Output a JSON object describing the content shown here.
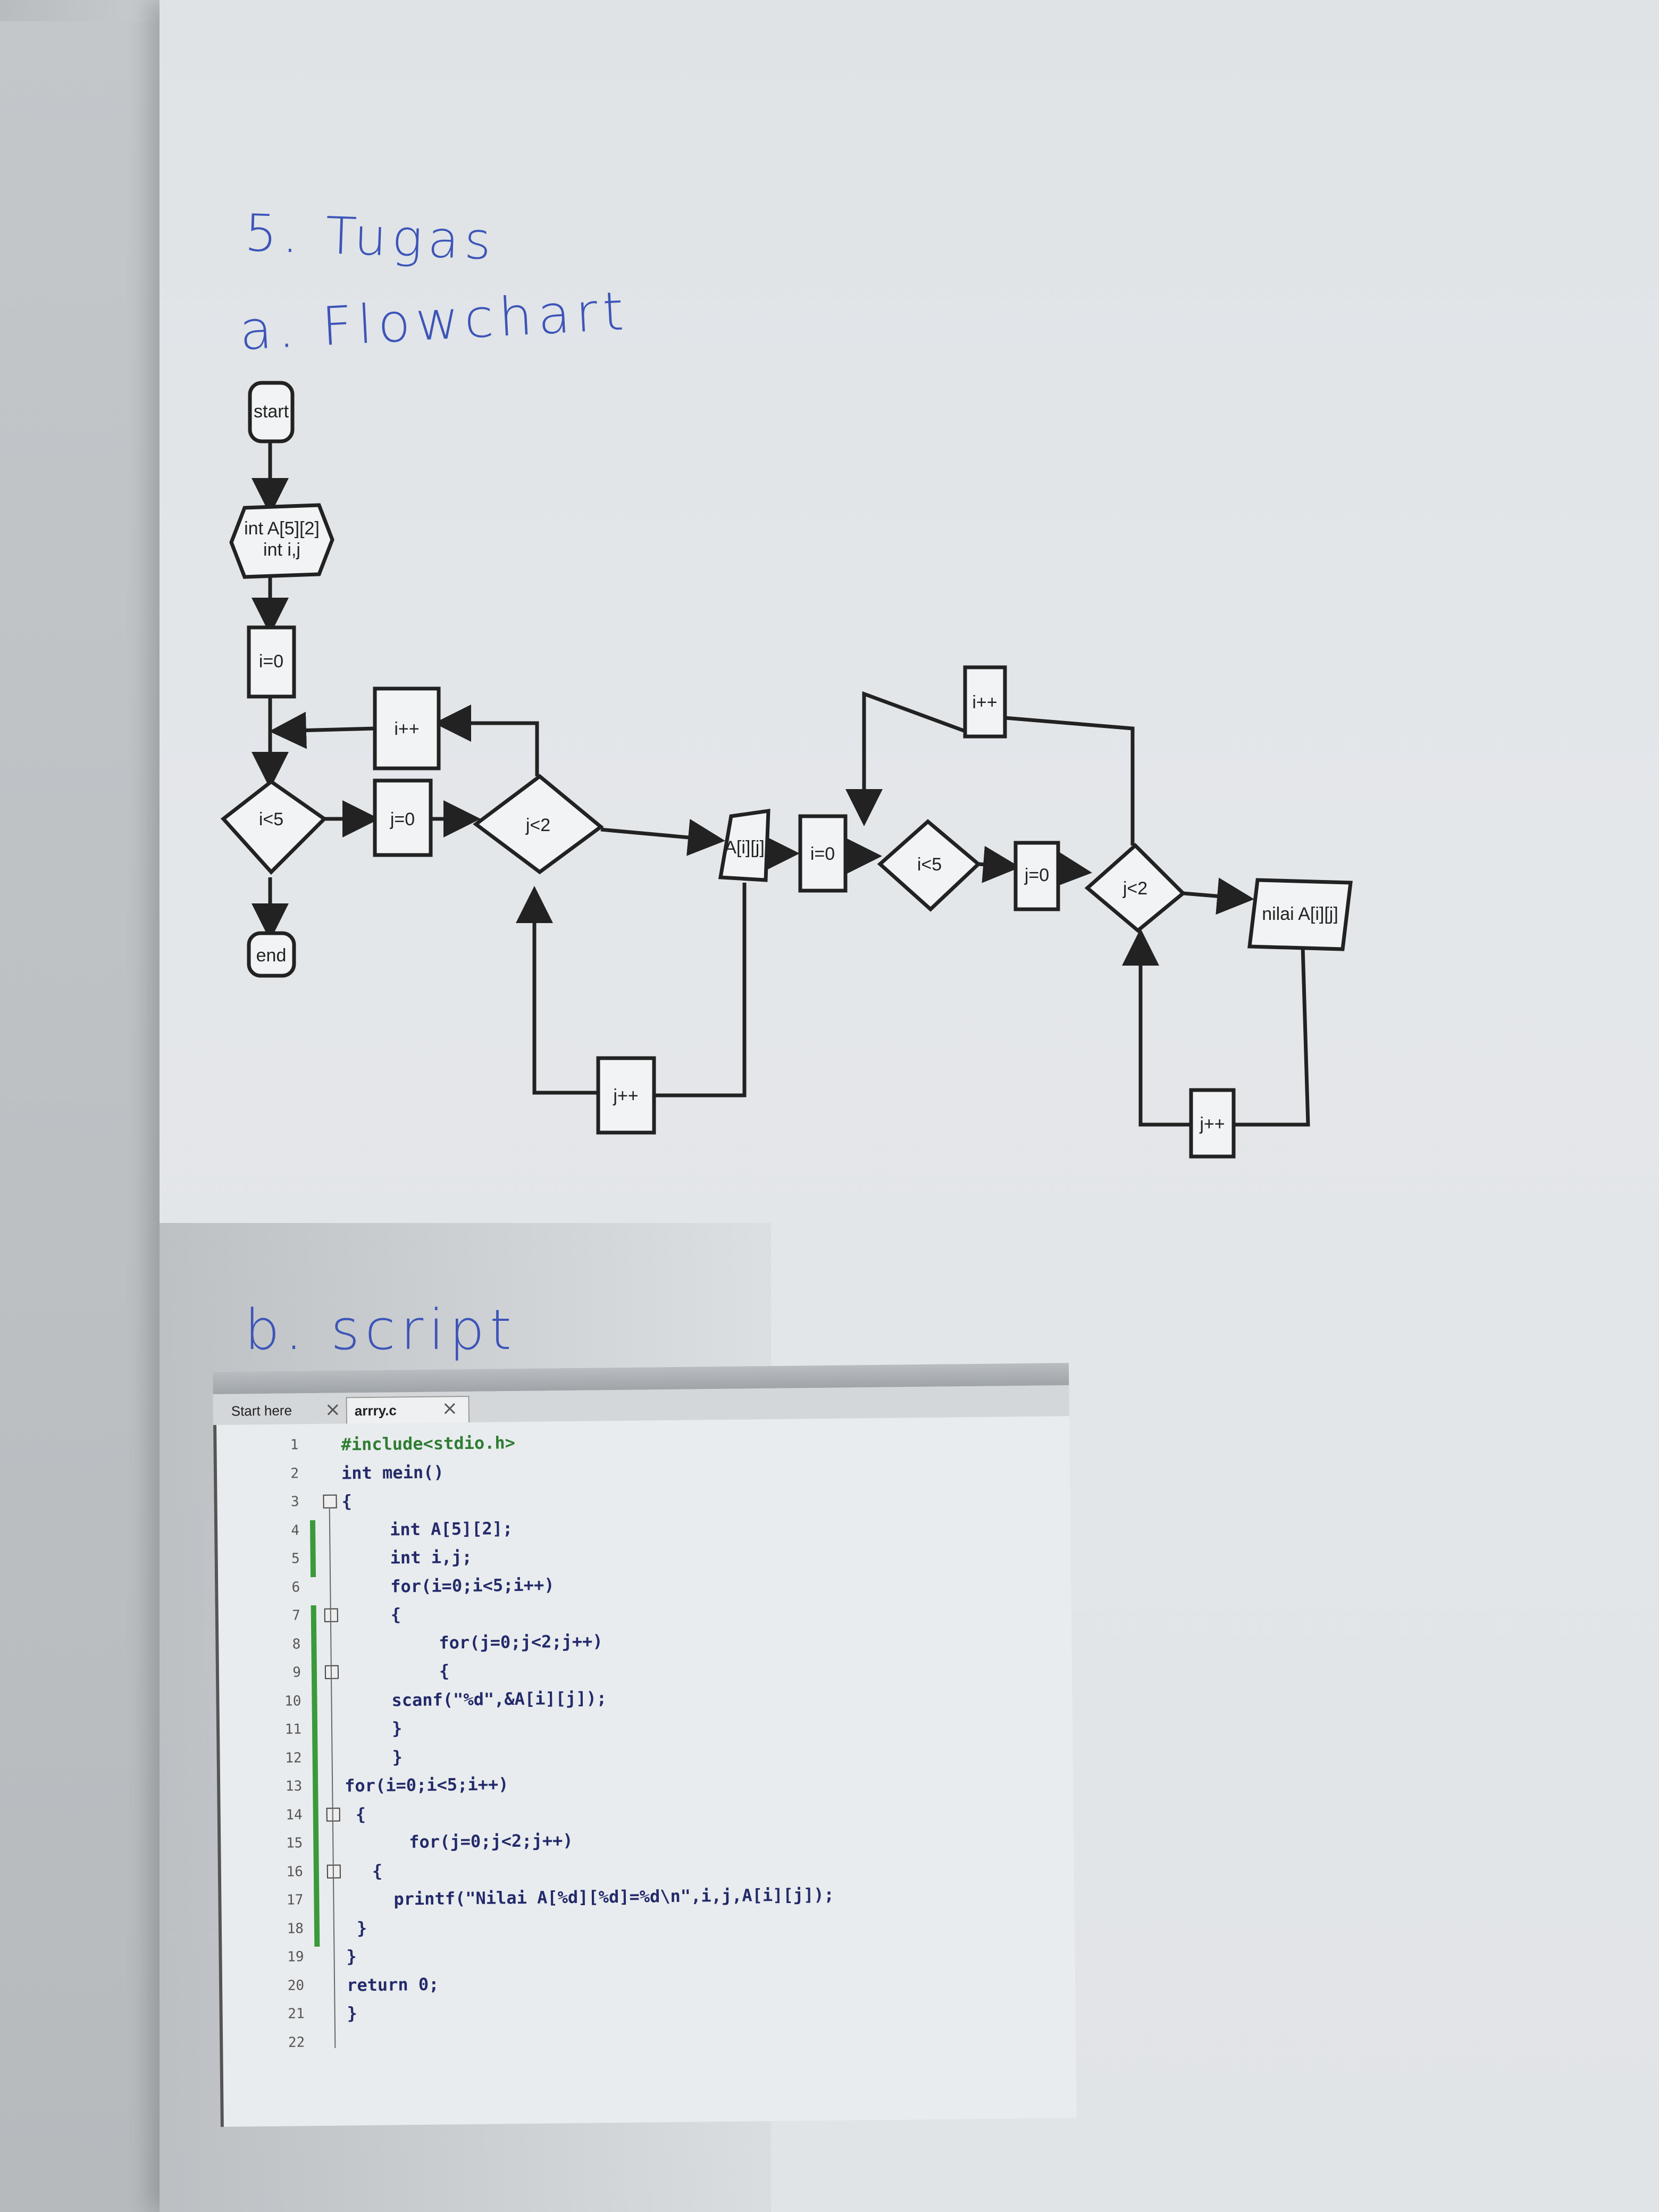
{
  "handwritten": {
    "heading_tugas": "5. Tugas",
    "heading_flowchart": "a. Flowchart",
    "heading_script": "b. script"
  },
  "flowchart": {
    "start": "start",
    "declare_line1": "int A[5][2]",
    "declare_line2": "int i,j",
    "init_i_left": "i=0",
    "cond_i_left": "i<5",
    "init_j_left": "j=0",
    "cond_j_left": "j<2",
    "inc_i_left": "i++",
    "inc_j_left": "j++",
    "end": "end",
    "input": "A[i][j]",
    "init_i_right": "i=0",
    "cond_i_right": "i<5",
    "init_j_right": "j=0",
    "cond_j_right": "j<2",
    "output": "nilai A[i][j]",
    "inc_i_right": "i++",
    "inc_j_right": "j++"
  },
  "editor": {
    "tabs": [
      {
        "label": "Start here"
      },
      {
        "label": "arrry.c"
      }
    ],
    "lines": [
      {
        "n": "1",
        "text": "#include<stdio.h>"
      },
      {
        "n": "2",
        "text": "int mein()"
      },
      {
        "n": "3",
        "text": "{"
      },
      {
        "n": "4",
        "text": "int A[5][2];"
      },
      {
        "n": "5",
        "text": "int i,j;"
      },
      {
        "n": "6",
        "text": "for(i=0;i<5;i++)"
      },
      {
        "n": "7",
        "text": "{"
      },
      {
        "n": "8",
        "text": "for(j=0;j<2;j++)"
      },
      {
        "n": "9",
        "text": "{"
      },
      {
        "n": "10",
        "text": "scanf(\"%d\",&A[i][j]);"
      },
      {
        "n": "11",
        "text": "}"
      },
      {
        "n": "12",
        "text": "}"
      },
      {
        "n": "13",
        "text": "for(i=0;i<5;i++)"
      },
      {
        "n": "14",
        "text": "{"
      },
      {
        "n": "15",
        "text": "for(j=0;j<2;j++)"
      },
      {
        "n": "16",
        "text": "{"
      },
      {
        "n": "17",
        "text": "printf(\"Nilai A[%d][%d]=%d\\n\",i,j,A[i][j]);"
      },
      {
        "n": "18",
        "text": "}"
      },
      {
        "n": "19",
        "text": "}"
      },
      {
        "n": "20",
        "text": "return 0;"
      },
      {
        "n": "21",
        "text": "}"
      },
      {
        "n": "22",
        "text": ""
      }
    ]
  }
}
